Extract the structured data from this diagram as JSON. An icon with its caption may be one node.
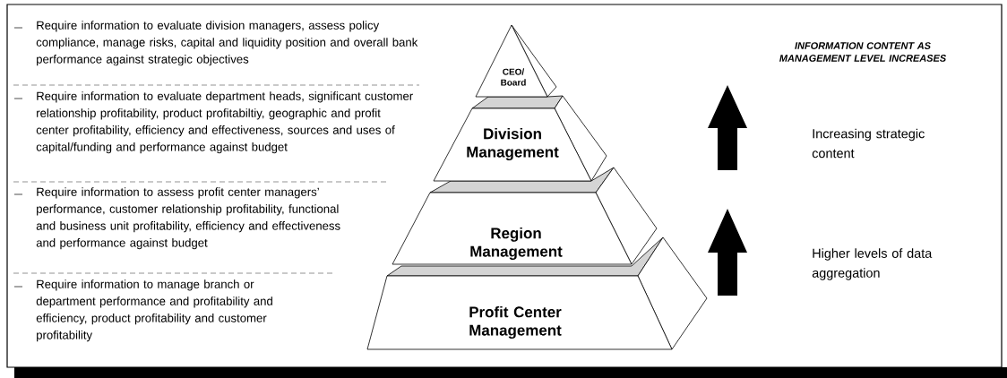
{
  "diagram": {
    "title": "INFORMATION CONTENT AS MANAGEMENT LEVEL INCREASES",
    "nodes": [
      {
        "text": [
          "CEO/ Board"
        ]
      },
      {
        "text": [
          "Division Management"
        ]
      },
      {
        "text": [
          "Region Management"
        ]
      },
      {
        "text": [
          "Profit Center Management"
        ]
      }
    ],
    "labels": [
      "Require information to evaluate division managers, assess policy compliance, manage risks, capital and liquidity position and overall bank performance against strategic objectives",
      "Require information to evaluate department heads, significant customer relationship profitability, product profitabiltiy, geographic and profit center profitability, efficiency and effectiveness, sources and uses of capital/funding and performance against budget",
      "Require information to assess profit center managers’ performance, customer relationship profitability, functional and business unit profitability, efficiency and effectiveness and performance against budget",
      "Require information to manage branch or department performance and profitability and efficiency, product profitability and customer profitability",
      "Increasing strategic content",
      "Higher levels of data aggregation"
    ]
  }
}
